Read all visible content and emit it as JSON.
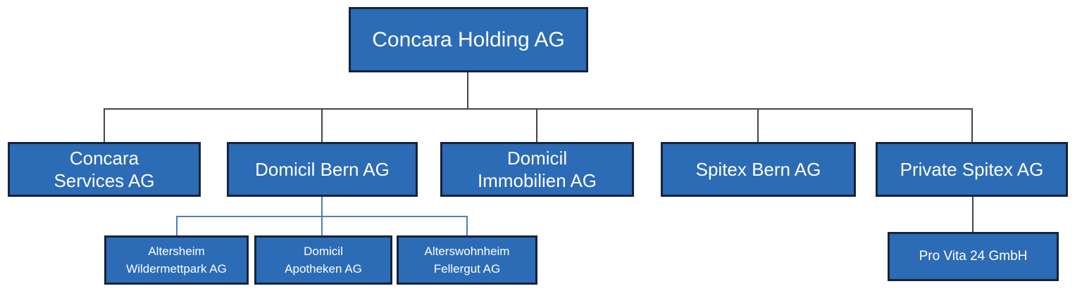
{
  "title": "Concara Holding AG Organigramm",
  "colors": {
    "box_fill": "#2C6BB5",
    "box_border": "#16233A",
    "box_text": "#FFFFFF",
    "connector_dark": "#454545",
    "connector_blue": "#4E7DC0",
    "background": "#FFFFFF"
  },
  "nodes": {
    "holding": {
      "label": "Concara Holding AG",
      "lines": [
        "Concara Holding AG"
      ],
      "parent": null
    },
    "services": {
      "label": "Concara Services AG",
      "lines": [
        "Concara",
        "Services AG"
      ],
      "parent": "holding"
    },
    "bern": {
      "label": "Domicil Bern AG",
      "lines": [
        "Domicil Bern AG"
      ],
      "parent": "holding"
    },
    "immobilien": {
      "label": "Domicil Immobilien AG",
      "lines": [
        "Domicil",
        "Immobilien AG"
      ],
      "parent": "holding"
    },
    "spitex": {
      "label": "Spitex Bern AG",
      "lines": [
        "Spitex Bern AG"
      ],
      "parent": "holding"
    },
    "private": {
      "label": "Private Spitex AG",
      "lines": [
        "Private Spitex AG"
      ],
      "parent": "holding"
    },
    "wildermettpark": {
      "label": "Altersheim Wildermettpark AG",
      "lines": [
        "Altersheim",
        "Wildermettpark AG"
      ],
      "parent": "bern"
    },
    "apotheken": {
      "label": "Domicil Apotheken AG",
      "lines": [
        "Domicil",
        "Apotheken AG"
      ],
      "parent": "bern"
    },
    "fellergut": {
      "label": "Alterswohnheim Fellergut AG",
      "lines": [
        "Alterswohnheim",
        "Fellergut AG"
      ],
      "parent": "bern"
    },
    "provita": {
      "label": "Pro Vita 24 GmbH",
      "lines": [
        "Pro Vita 24 GmbH"
      ],
      "parent": "private"
    }
  }
}
